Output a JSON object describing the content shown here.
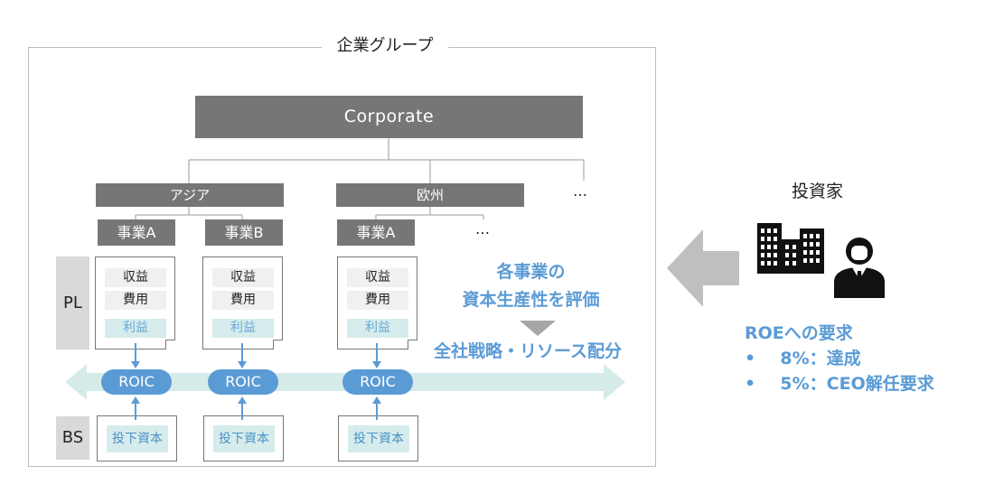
{
  "group": {
    "title": "企業グループ"
  },
  "corporate": {
    "label": "Corporate"
  },
  "regions": [
    {
      "label": "アジア"
    },
    {
      "label": "欧州"
    },
    {
      "label": "…"
    }
  ],
  "businesses": [
    {
      "label": "事業A"
    },
    {
      "label": "事業B"
    },
    {
      "label": "事業A"
    },
    {
      "label": "…"
    }
  ],
  "rows": {
    "pl": "PL",
    "bs": "BS"
  },
  "pl_items": {
    "revenue": "収益",
    "cost": "費用",
    "profit": "利益"
  },
  "roic_label": "ROIC",
  "bs_item": "投下資本",
  "evaluation": {
    "line1": "各事業の",
    "line2": "資本生産性を評価",
    "strategy": "全社戦略・リソース配分"
  },
  "investor": {
    "label": "投資家",
    "roe_title": "ROEへの要求",
    "requirements": [
      "8%：達成",
      "5%：CEO解任要求"
    ],
    "bullet": "•"
  },
  "colors": {
    "box_gray": "#767676",
    "accent_blue": "#5b9bd5",
    "mint": "#d6ecec",
    "arrow_mint": "#d5ebe9",
    "light_gray": "#d9d9d9"
  }
}
